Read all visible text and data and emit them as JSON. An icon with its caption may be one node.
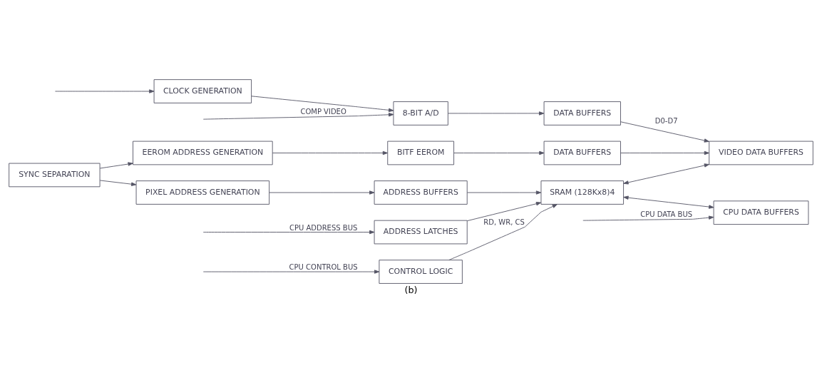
{
  "diagram": {
    "caption": "(b)",
    "nodes": [
      {
        "text": [
          "CLOCK GENERATION"
        ]
      },
      {
        "text": [
          "8-BIT A/D"
        ]
      },
      {
        "text": [
          "DATA BUFFERS"
        ]
      },
      {
        "text": [
          "SYNC SEPARATION"
        ]
      },
      {
        "text": [
          "EEROM ADDRESS GENERATION"
        ]
      },
      {
        "text": [
          "BITF EEROM"
        ]
      },
      {
        "text": [
          "DATA BUFFERS"
        ]
      },
      {
        "text": [
          "PIXEL ADDRESS GENERATION"
        ]
      },
      {
        "text": [
          "ADDRESS BUFFERS"
        ]
      },
      {
        "text": [
          "SRAM (128Kx8)4"
        ]
      },
      {
        "text": [
          "VIDEO DATA BUFFERS"
        ]
      },
      {
        "text": [
          "ADDRESS LATCHES"
        ]
      },
      {
        "text": [
          "CPU DATA BUFFERS"
        ]
      },
      {
        "text": [
          "CONTROL LOGIC"
        ]
      }
    ],
    "edges": [
      {
        "from": null,
        "to": 0,
        "arrow": "to"
      },
      {
        "from": null,
        "to": 1,
        "arrow": "to",
        "label": "COMP VIDEO"
      },
      {
        "from": 0,
        "to": 1,
        "arrow": "to"
      },
      {
        "from": 1,
        "to": 2,
        "arrow": "to"
      },
      {
        "from": 2,
        "to": 10,
        "arrow": "to",
        "label": "D0-D7"
      },
      {
        "from": 3,
        "to": 4,
        "arrow": "to"
      },
      {
        "from": 3,
        "to": 7,
        "arrow": "to"
      },
      {
        "from": 4,
        "to": 5,
        "arrow": "to"
      },
      {
        "from": 5,
        "to": 6,
        "arrow": "to"
      },
      {
        "from": 6,
        "to": 10,
        "arrow": "to"
      },
      {
        "from": 7,
        "to": 8,
        "arrow": "to"
      },
      {
        "from": 8,
        "to": 9,
        "arrow": "to"
      },
      {
        "from": null,
        "to": 11,
        "arrow": "to",
        "label": "CPU ADDRESS BUS"
      },
      {
        "from": 11,
        "to": 9,
        "arrow": "to"
      },
      {
        "from": null,
        "to": 13,
        "arrow": "to",
        "label": "CPU CONTROL BUS"
      },
      {
        "from": 13,
        "to": 9,
        "arrow": "to",
        "label": "RD, WR, CS"
      },
      {
        "from": 9,
        "to": 10,
        "arrow": "both"
      },
      {
        "from": 9,
        "to": 12,
        "arrow": "both"
      },
      {
        "from": null,
        "to": 12,
        "arrow": "to",
        "label": "CPU DATA BUS"
      }
    ]
  }
}
